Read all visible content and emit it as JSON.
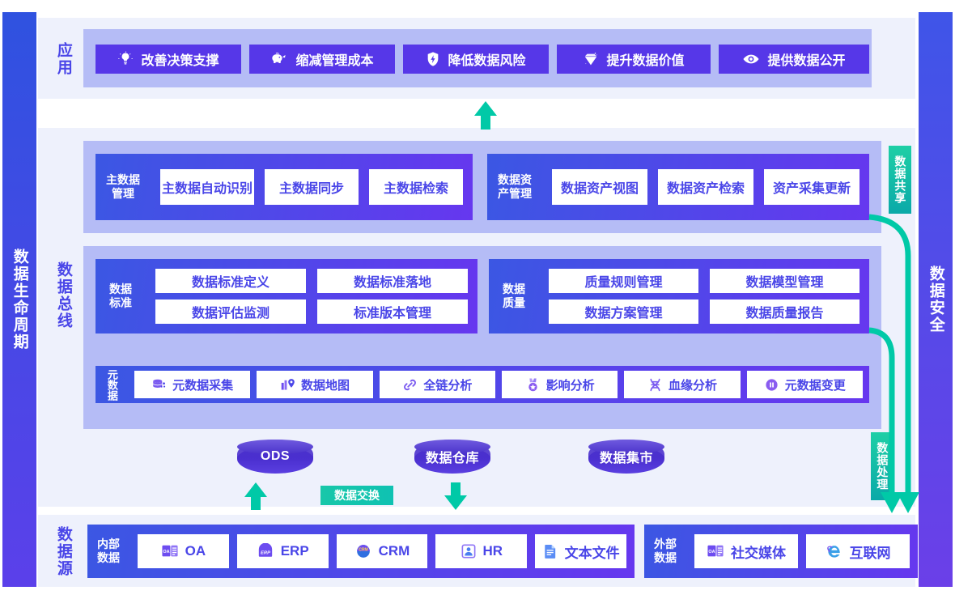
{
  "colors": {
    "rail_blue": "#2f52e0",
    "rail_purple": "#6b3fe8",
    "panel_light": "#b5bcf6",
    "section_bg": "#eef1fc",
    "accent_purple": "#4a46e8",
    "chip_purple": "#5637e8",
    "teal": "#0fc2b2",
    "arrow_green": "#00c9a7"
  },
  "rails": {
    "left_label": "数据生命周期",
    "right_label": "数据安全"
  },
  "stages": {
    "app": "应用",
    "bus": "数据总线",
    "source": "数据源"
  },
  "application": {
    "buttons": [
      {
        "label": "改善决策支撑",
        "icon": "lightbulb-icon"
      },
      {
        "label": "缩减管理成本",
        "icon": "piggy-bank-icon"
      },
      {
        "label": "降低数据风险",
        "icon": "shield-icon"
      },
      {
        "label": "提升数据价值",
        "icon": "diamond-icon"
      },
      {
        "label": "提供数据公开",
        "icon": "eye-icon"
      }
    ]
  },
  "groups": {
    "master_data": {
      "title": "主数据管理",
      "title_line1": "主数据",
      "title_line2": "管理",
      "items": [
        "主数据自动识别",
        "主数据同步",
        "主数据检索"
      ]
    },
    "data_asset": {
      "title": "数据资产管理",
      "title_line1": "数据资",
      "title_line2": "产管理",
      "items": [
        "数据资产视图",
        "数据资产检索",
        "资产采集更新"
      ]
    },
    "data_standard": {
      "title": "数据标准",
      "title_line1": "数据",
      "title_line2": "标准",
      "items": [
        "数据标准定义",
        "数据标准落地",
        "数据评估监测",
        "标准版本管理"
      ]
    },
    "data_quality": {
      "title": "数据质量",
      "title_line1": "数据",
      "title_line2": "质量",
      "items": [
        "质量规则管理",
        "数据模型管理",
        "数据方案管理",
        "数据质量报告"
      ]
    },
    "metadata": {
      "title": "元数据",
      "items": [
        {
          "label": "元数据采集",
          "icon": "database-stack-icon"
        },
        {
          "label": "数据地图",
          "icon": "map-pin-icon"
        },
        {
          "label": "全链分析",
          "icon": "chain-link-icon"
        },
        {
          "label": "影响分析",
          "icon": "medal-icon"
        },
        {
          "label": "血缘分析",
          "icon": "dna-icon"
        },
        {
          "label": "元数据变更",
          "icon": "pause-circle-icon"
        }
      ]
    }
  },
  "storage": {
    "cylinders": [
      "ODS",
      "数据仓库",
      "数据集市"
    ],
    "exchange_label": "数据交换"
  },
  "side_badges": {
    "share": "数据共享",
    "process": "数据处理"
  },
  "sources": {
    "internal": {
      "title_line1": "内部",
      "title_line2": "数据",
      "items": [
        {
          "label": "OA",
          "icon": "oa-icon"
        },
        {
          "label": "ERP",
          "icon": "erp-icon"
        },
        {
          "label": "CRM",
          "icon": "crm-icon"
        },
        {
          "label": "HR",
          "icon": "hr-icon"
        },
        {
          "label": "文本文件",
          "icon": "text-file-icon"
        }
      ]
    },
    "external": {
      "title_line1": "外部",
      "title_line2": "数据",
      "items": [
        {
          "label": "社交媒体",
          "icon": "social-media-icon"
        },
        {
          "label": "互联网",
          "icon": "internet-explorer-icon"
        }
      ]
    }
  }
}
